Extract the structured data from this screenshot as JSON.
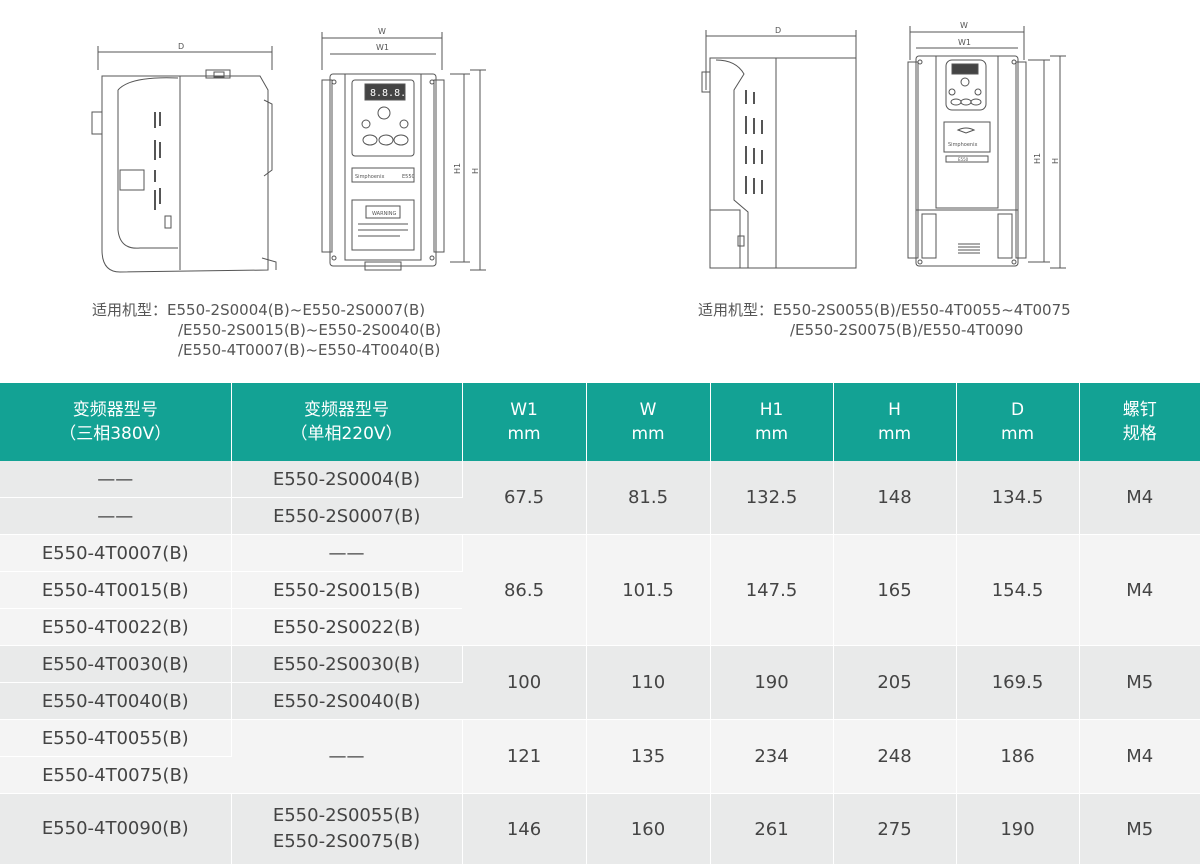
{
  "figures": [
    {
      "dims": {
        "D": "D",
        "W": "W",
        "W1": "W1",
        "H1": "H1",
        "H": "H"
      },
      "models_label": "适用机型：",
      "models_lines": [
        "E550-2S0004(B)~E550-2S0007(B)",
        "/E550-2S0015(B)~E550-2S0040(B)",
        "/E550-4T0007(B)~E550-4T0040(B)"
      ],
      "panel_brand": "Simphoenix",
      "panel_model": "E550",
      "panel_warning": "WARNING"
    },
    {
      "dims": {
        "D": "D",
        "W": "W",
        "W1": "W1",
        "H1": "H1",
        "H": "H"
      },
      "models_label": "适用机型：",
      "models_lines": [
        "E550-2S0055(B)/E550-4T0055~4T0075",
        "/E550-2S0075(B)/E550-4T0090"
      ],
      "panel_brand": "Simphoenix",
      "panel_model": "E550"
    }
  ],
  "table": {
    "headers": [
      {
        "line1": "变频器型号",
        "line2": "（三相380V）"
      },
      {
        "line1": "变频器型号",
        "line2": "（单相220V）"
      },
      {
        "line1": "W1",
        "line2": "mm"
      },
      {
        "line1": "W",
        "line2": "mm"
      },
      {
        "line1": "H1",
        "line2": "mm"
      },
      {
        "line1": "H",
        "line2": "mm"
      },
      {
        "line1": "D",
        "line2": "mm"
      },
      {
        "line1": "螺钉",
        "line2": "规格"
      }
    ],
    "groups": [
      {
        "rows": [
          [
            "——",
            "E550-2S0004(B)"
          ],
          [
            "——",
            "E550-2S0007(B)"
          ]
        ],
        "W1": "67.5",
        "W": "81.5",
        "H1": "132.5",
        "H": "148",
        "D": "134.5",
        "screw": "M4"
      },
      {
        "rows": [
          [
            "E550-4T0007(B)",
            "——"
          ],
          [
            "E550-4T0015(B)",
            "E550-2S0015(B)"
          ],
          [
            "E550-4T0022(B)",
            "E550-2S0022(B)"
          ]
        ],
        "W1": "86.5",
        "W": "101.5",
        "H1": "147.5",
        "H": "165",
        "D": "154.5",
        "screw": "M4"
      },
      {
        "rows": [
          [
            "E550-4T0030(B)",
            "E550-2S0030(B)"
          ],
          [
            "E550-4T0040(B)",
            "E550-2S0040(B)"
          ]
        ],
        "W1": "100",
        "W": "110",
        "H1": "190",
        "H": "205",
        "D": "169.5",
        "screw": "M5"
      },
      {
        "rows3": [
          "E550-4T0055(B)",
          "E550-4T0075(B)"
        ],
        "single": "——",
        "W1": "121",
        "W": "135",
        "H1": "234",
        "H": "248",
        "D": "186",
        "screw": "M4"
      },
      {
        "three": "E550-4T0090(B)",
        "single_lines": [
          "E550-2S0055(B)",
          "E550-2S0075(B)"
        ],
        "W1": "146",
        "W": "160",
        "H1": "261",
        "H": "275",
        "D": "190",
        "screw": "M5"
      }
    ]
  },
  "colors": {
    "header": "#13a294",
    "row_a": "#e9eaea",
    "row_b": "#f4f4f4",
    "line": "#555555"
  }
}
